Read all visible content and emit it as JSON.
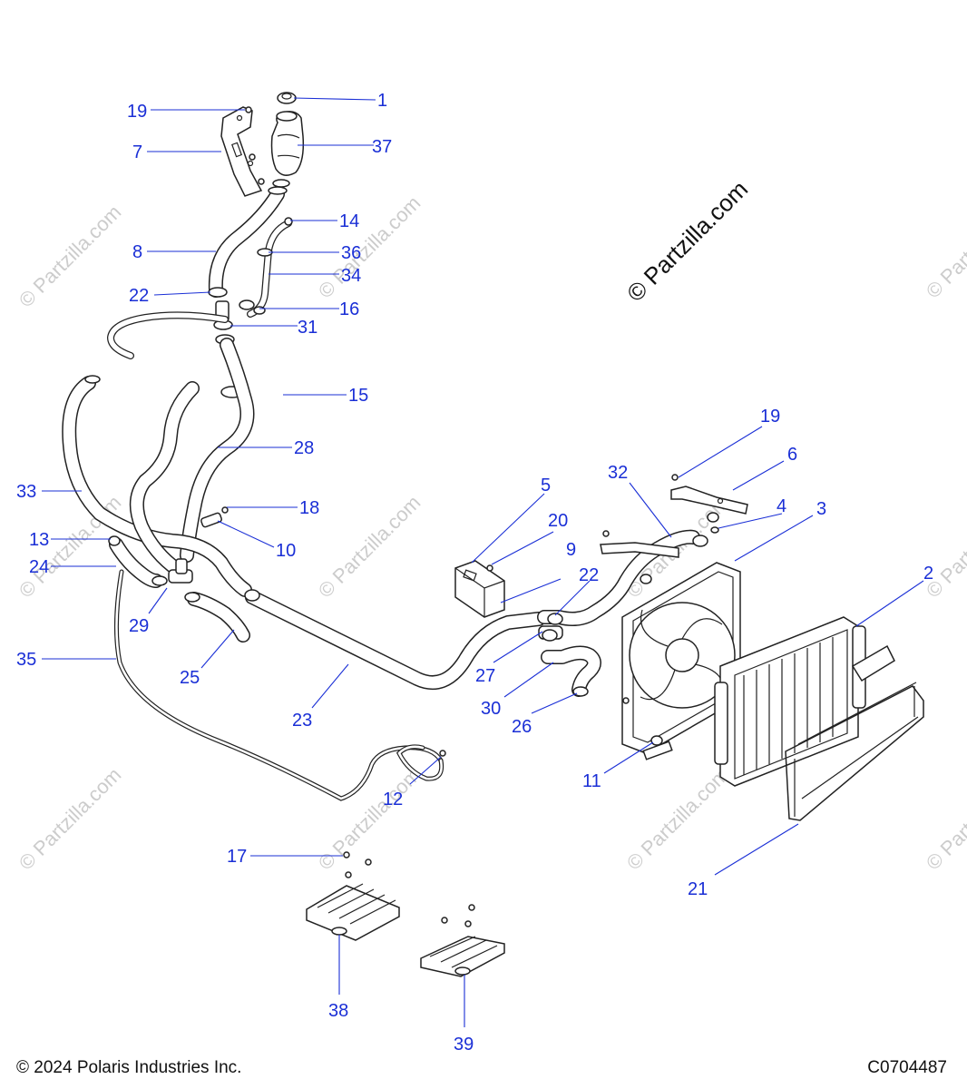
{
  "diagram": {
    "watermark_text": "© Partzilla.com",
    "main_watermark": "© Partzilla.com",
    "callouts": [
      {
        "label": "1"
      },
      {
        "label": "37"
      },
      {
        "label": "19"
      },
      {
        "label": "7"
      },
      {
        "label": "14"
      },
      {
        "label": "8"
      },
      {
        "label": "36"
      },
      {
        "label": "34"
      },
      {
        "label": "22"
      },
      {
        "label": "16"
      },
      {
        "label": "31"
      },
      {
        "label": "15"
      },
      {
        "label": "28"
      },
      {
        "label": "33"
      },
      {
        "label": "18"
      },
      {
        "label": "10"
      },
      {
        "label": "13"
      },
      {
        "label": "24"
      },
      {
        "label": "29"
      },
      {
        "label": "25"
      },
      {
        "label": "35"
      },
      {
        "label": "23"
      },
      {
        "label": "5"
      },
      {
        "label": "20"
      },
      {
        "label": "9"
      },
      {
        "label": "22"
      },
      {
        "label": "27"
      },
      {
        "label": "30"
      },
      {
        "label": "26"
      },
      {
        "label": "32"
      },
      {
        "label": "19"
      },
      {
        "label": "6"
      },
      {
        "label": "4"
      },
      {
        "label": "3"
      },
      {
        "label": "2"
      },
      {
        "label": "11"
      },
      {
        "label": "12"
      },
      {
        "label": "21"
      },
      {
        "label": "17"
      },
      {
        "label": "38"
      },
      {
        "label": "39"
      }
    ]
  },
  "footer": {
    "copyright": "© 2024 Polaris Industries Inc.",
    "drawing_code": "C0704487"
  }
}
